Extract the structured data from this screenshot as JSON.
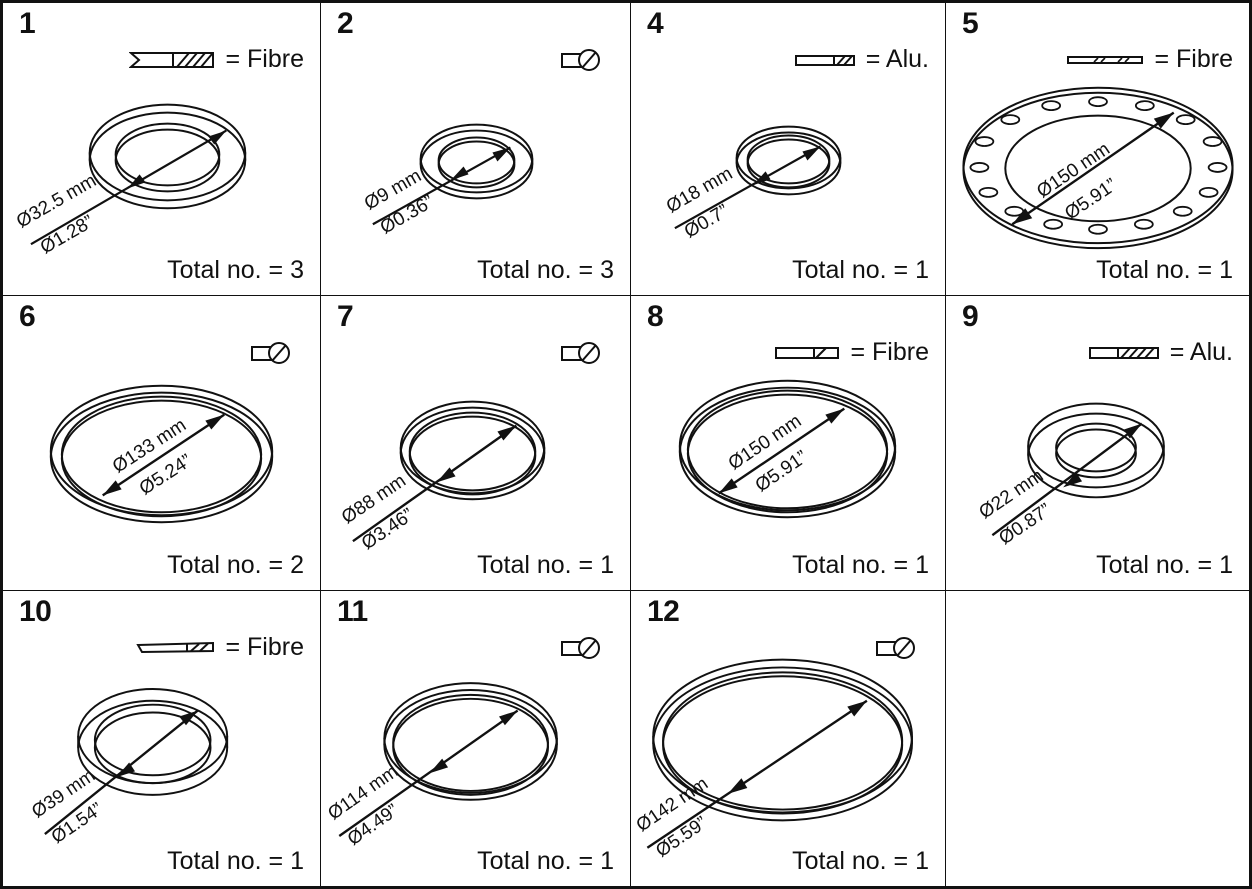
{
  "sheet": {
    "title": "Gasket and seal parts sheet",
    "columns": 4,
    "rows": 3,
    "line_color": "#111111",
    "background": "#ffffff"
  },
  "legend": {
    "fibre_label": "= Fibre",
    "alu_label": "= Alu.",
    "total_prefix": "Total no. = "
  },
  "cells": [
    {
      "index": "1",
      "number": 1,
      "material_icon": "flat-gasket-hatched-icon",
      "material_label": "= Fibre",
      "has_material_label": true,
      "shape": "washer-thick",
      "dim_mm": "Ø32.5 mm",
      "dim_in": "Ø1.28”",
      "total_label": "Total no. = 3",
      "total_count": 3
    },
    {
      "index": "2",
      "number": 2,
      "material_icon": "o-ring-cord-icon",
      "material_label": "",
      "has_material_label": false,
      "shape": "washer-thick",
      "dim_mm": "Ø9 mm",
      "dim_in": "Ø0.36”",
      "total_label": "Total no. = 3",
      "total_count": 3
    },
    {
      "index": "4",
      "number": 4,
      "material_icon": "thin-bar-hatched-icon",
      "material_label": "= Alu.",
      "has_material_label": true,
      "shape": "washer-thin",
      "dim_mm": "Ø18 mm",
      "dim_in": "Ø0.7”",
      "total_label": "Total no. = 1",
      "total_count": 1
    },
    {
      "index": "5",
      "number": 5,
      "material_icon": "flat-sheet-icon",
      "material_label": "= Fibre",
      "has_material_label": true,
      "shape": "flange-bolt-holes",
      "dim_mm": "Ø150 mm",
      "dim_in": "Ø5.91”",
      "total_label": "Total no. = 1",
      "total_count": 1
    },
    {
      "index": "6",
      "number": 6,
      "material_icon": "o-ring-cord-icon",
      "material_label": "",
      "has_material_label": false,
      "shape": "o-ring",
      "dim_mm": "Ø133 mm",
      "dim_in": "Ø5.24”",
      "total_label": "Total no. = 2",
      "total_count": 2
    },
    {
      "index": "7",
      "number": 7,
      "material_icon": "o-ring-cord-icon",
      "material_label": "",
      "has_material_label": false,
      "shape": "o-ring",
      "dim_mm": "Ø88 mm",
      "dim_in": "Ø3.46”",
      "total_label": "Total no. = 1",
      "total_count": 1
    },
    {
      "index": "8",
      "number": 8,
      "material_icon": "thin-bar-hatched-icon",
      "material_label": "= Fibre",
      "has_material_label": true,
      "shape": "o-ring",
      "dim_mm": "Ø150 mm",
      "dim_in": "Ø5.91”",
      "total_label": "Total no. = 1",
      "total_count": 1
    },
    {
      "index": "9",
      "number": 9,
      "material_icon": "flat-gasket-hatched-icon",
      "material_label": "= Alu.",
      "has_material_label": true,
      "shape": "washer-wide",
      "dim_mm": "Ø22 mm",
      "dim_in": "Ø0.87”",
      "total_label": "Total no. = 1",
      "total_count": 1
    },
    {
      "index": "10",
      "number": 10,
      "material_icon": "tapered-sheet-icon",
      "material_label": "= Fibre",
      "has_material_label": true,
      "shape": "washer-thick",
      "dim_mm": "Ø39 mm",
      "dim_in": "Ø1.54”",
      "total_label": "Total no. = 1",
      "total_count": 1
    },
    {
      "index": "11",
      "number": 11,
      "material_icon": "o-ring-cord-icon",
      "material_label": "",
      "has_material_label": false,
      "shape": "o-ring",
      "dim_mm": "Ø114 mm",
      "dim_in": "Ø4.49”",
      "total_label": "Total no. = 1",
      "total_count": 1
    },
    {
      "index": "12",
      "number": 12,
      "material_icon": "o-ring-cord-icon",
      "material_label": "",
      "has_material_label": false,
      "shape": "o-ring",
      "dim_mm": "Ø142 mm",
      "dim_in": "Ø5.59”",
      "total_label": "Total no. = 1",
      "total_count": 1
    },
    {
      "index": "",
      "number": null,
      "material_icon": "",
      "material_label": "",
      "has_material_label": false,
      "shape": "empty",
      "dim_mm": "",
      "dim_in": "",
      "total_label": "",
      "total_count": null
    }
  ]
}
